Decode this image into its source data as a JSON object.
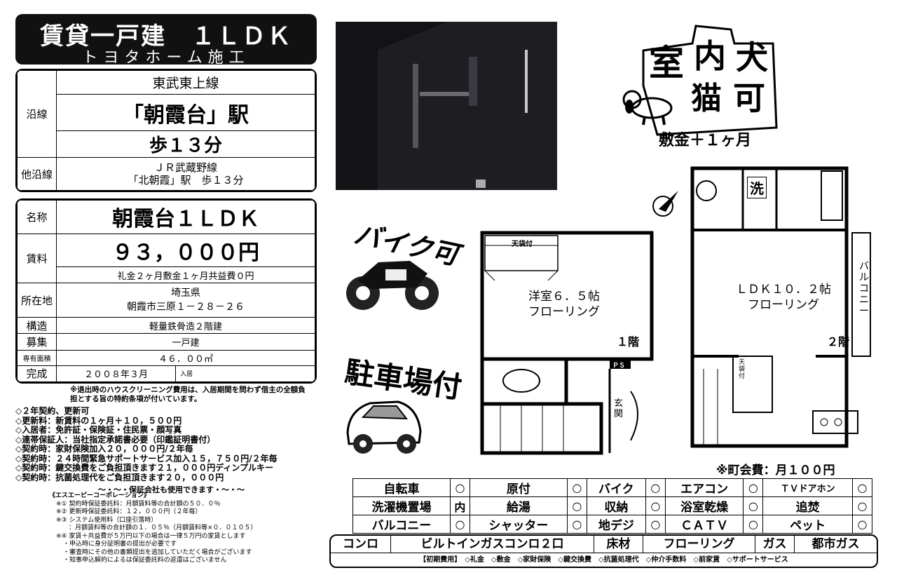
{
  "header": {
    "title": "賃貸一戸建　１ＬＤＫ",
    "builder": "トヨタホーム施工"
  },
  "line": {
    "label": "沿線",
    "railway": "東武東上線",
    "station": "「朝霞台」駅",
    "walk": "歩１３分",
    "other_label": "他沿線",
    "other_line1": "ＪＲ武蔵野線",
    "other_line2": "「北朝霞」駅　歩１３分"
  },
  "property": {
    "name_label": "名称",
    "name": "朝霞台１ＬＤＫ",
    "rent_label": "賃料",
    "rent": "９３，０００円",
    "fees": "礼金２ヶ月敷金１ヶ月共益費０円",
    "address_label": "所在地",
    "address1": "埼玉県",
    "address2": "朝霞市三原１－２８－２６",
    "structure_label": "構造",
    "structure": "軽量鉄骨造２階建",
    "type_label": "募集",
    "type": "一戸建",
    "area_label": "専有面積",
    "area": "４６．００㎡",
    "completed_label": "完成",
    "completed": "２００８年３月",
    "move_in": "入居"
  },
  "cleaning_note": "※退出時のハウスクリーニング費用は、入居期間を問わず借主の全額負担とする旨の特約条項が付いています。",
  "conditions": [
    "◇２年契約、更新可",
    "◇更新料：新賃料の１ヶ月＋１０，５００円",
    "◇入居者：免許証・保険証・住民票・顔写真",
    "◇連帯保証人：当社指定承諾書必要（印鑑証明書付）",
    "◇契約時：家財保険加入２０，０００円/２年毎",
    "◇契約時：２４時間緊急サポートサービス加入１５，７５０円/２年毎",
    "◇契約時：鍵交換費をご負担頂きます２１，０００円ディンプルキー",
    "◇契約時：抗菌処理代をご負担頂きます２０，０００円"
  ],
  "guarantor": "～・～・保証会社も使用できます・～・～",
  "epc": [
    "《エスエーピーコーポレーション》",
    "※① 契約時保証委託料：月額賃料等の合計額の５０．０％",
    "※② 更新時保証委託料：１２，０００円（２年毎）",
    "※③ システム使用料（口座引落時）",
    "　　：月額賃料等の合計額の１．０５％（月額賃料等×０．０１０５）",
    "※④ 家賃＋共益費が５万円以下の場合は一律５万円の家賃とします",
    "・申込時に身分証明書の提出が必要です",
    "・審査時にその他の書類提出を追加していただく場合がございます",
    "・知事申込解約によるは保証委託料の返還はございません"
  ],
  "badges": {
    "pets": [
      "室",
      "内",
      "犬",
      "猫",
      "可"
    ],
    "deposit": "敷金＋１ヶ月",
    "bike": "バイク可",
    "parking": "駐車場付"
  },
  "floorplan": {
    "floor1": {
      "room": "洋室６．５帖",
      "floor": "フローリング",
      "level": "１階",
      "ceiling": "天袋付",
      "entrance": "玄関",
      "ps": "ＰＳ"
    },
    "floor2": {
      "room": "ＬＤＫ１０．２帖",
      "floor": "フローリング",
      "level": "２階",
      "balcony": "バルコニー",
      "wash": "洗",
      "ceiling": "天袋付"
    }
  },
  "town_fee": "※町会費：月１００円",
  "amenities": [
    [
      {
        "name": "自転車",
        "mark": "○"
      },
      {
        "name": "原付",
        "mark": "○"
      },
      {
        "name": "バイク",
        "mark": "○"
      },
      {
        "name": "エアコン",
        "mark": "○"
      },
      {
        "name": "ＴＶドアホン",
        "mark": "○"
      }
    ],
    [
      {
        "name": "洗濯機置場",
        "mark": "内"
      },
      {
        "name": "給湯",
        "mark": "○"
      },
      {
        "name": "収納",
        "mark": "○"
      },
      {
        "name": "浴室乾燥",
        "mark": "○"
      },
      {
        "name": "追焚",
        "mark": "○"
      }
    ],
    [
      {
        "name": "バルコニー",
        "mark": "○"
      },
      {
        "name": "シャッター",
        "mark": "○"
      },
      {
        "name": "地デジ",
        "mark": "○"
      },
      {
        "name": "ＣＡＴＶ",
        "mark": "○"
      },
      {
        "name": "ペット",
        "mark": "○"
      }
    ]
  ],
  "kitchen": {
    "stove_label": "コンロ",
    "stove": "ビルトインガスコンロ２口",
    "floor_label": "床材",
    "floor": "フローリング",
    "gas_label": "ガス",
    "gas": "都市ガス"
  },
  "initial_costs": "【初期費用】　◇礼金　◇敷金　◇家財保険　◇鍵交換費　◇抗菌処理代　◇仲介手数料　◇前家賃　◇サポートサービス"
}
